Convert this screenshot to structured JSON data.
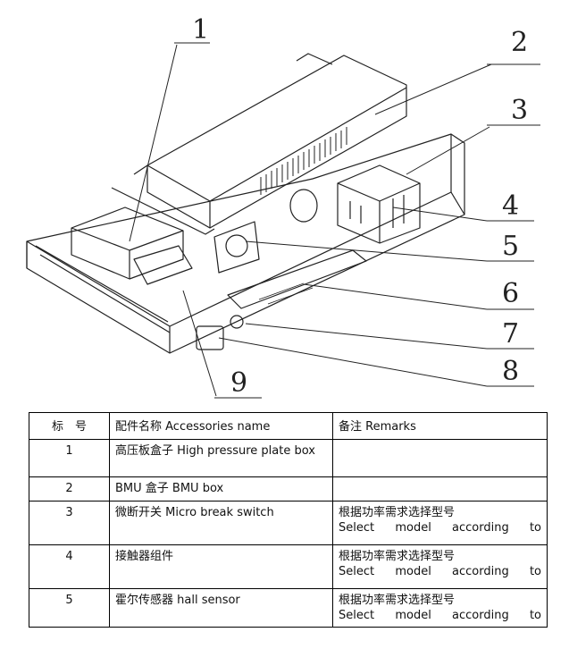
{
  "callouts": [
    "1",
    "2",
    "3",
    "4",
    "5",
    "6",
    "7",
    "8",
    "9"
  ],
  "table": {
    "headers": [
      "标　号",
      "配件名称 Accessories name",
      "备注 Remarks"
    ],
    "rows": [
      {
        "no": "1",
        "name": "高压板盒子 High pressure plate box",
        "remark_cn": "",
        "remark_en": ""
      },
      {
        "no": "2",
        "name": "BMU 盒子  BMU box",
        "remark_cn": "",
        "remark_en": ""
      },
      {
        "no": "3",
        "name": "微断开关  Micro break switch",
        "remark_cn": "根据功率需求选择型号",
        "remark_en": "Select  model  according  to"
      },
      {
        "no": "4",
        "name": "接触器组件",
        "remark_cn": "根据功率需求选择型号",
        "remark_en": "Select  model  according  to"
      },
      {
        "no": "5",
        "name": "霍尔传感器  hall sensor",
        "remark_cn": "根据功率需求选择型号",
        "remark_en": "Select  model  according  to"
      }
    ]
  }
}
